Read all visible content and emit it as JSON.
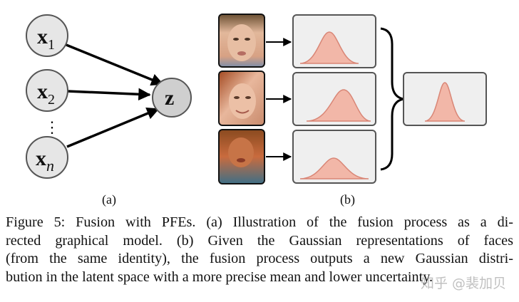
{
  "graph": {
    "nodes": {
      "x1": {
        "base": "x",
        "sub": "1"
      },
      "x2": {
        "base": "x",
        "sub": "2"
      },
      "xn": {
        "base": "x",
        "sub": "n"
      },
      "z": {
        "label": "z"
      }
    },
    "ellipsis": "⋮"
  },
  "labels": {
    "a": "(a)",
    "b": "(b)"
  },
  "faces": [
    "face-1",
    "face-2",
    "face-3"
  ],
  "colors": {
    "panel_fill": "#efefef",
    "panel_stroke": "#555555",
    "gaussian_fill": "#f2b7a8",
    "gaussian_stroke": "#d98676",
    "node_fill": "#e6e6e6",
    "z_fill": "#cfcfcf"
  },
  "caption": {
    "line1": "Figure 5: Fusion with PFEs. (a) Illustration of the fusion process as a di-",
    "line2": "rected graphical model. (b) Given the Gaussian representations of faces",
    "line3": "(from the same identity), the fusion process outputs a new Gaussian distri-",
    "line4": "bution in the latent space with a more precise mean and lower uncertainty."
  },
  "watermark": "知乎 @裴加贝"
}
